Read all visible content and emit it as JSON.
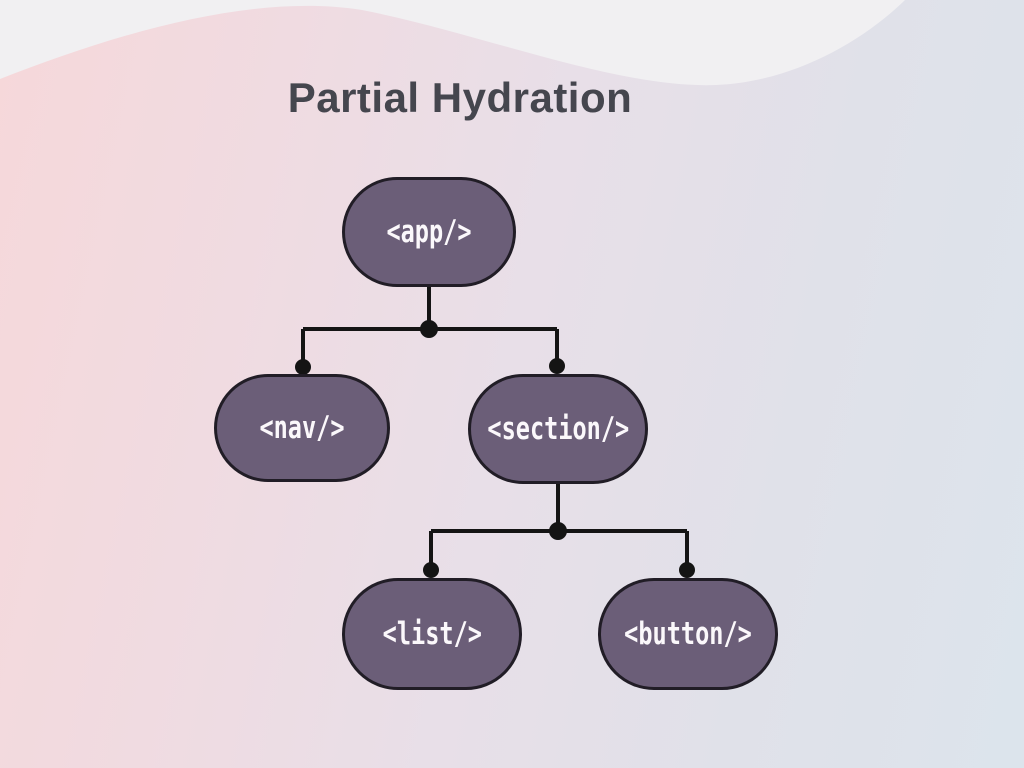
{
  "title": "Partial Hydration",
  "colors": {
    "background_left": "#f6d8da",
    "background_right": "#dce4ec",
    "wave": "#f1f0f2",
    "title_text": "#45464e",
    "node_fill": "#6b5e78",
    "node_border": "#211d26",
    "node_text": "#fbf8fb",
    "connector": "#141414"
  },
  "tree": {
    "nodes": [
      {
        "id": "app",
        "label": "<app/>"
      },
      {
        "id": "nav",
        "label": "<nav/>"
      },
      {
        "id": "section",
        "label": "<section/>"
      },
      {
        "id": "list",
        "label": "<list/>"
      },
      {
        "id": "button",
        "label": "<button/>"
      }
    ],
    "edges": [
      {
        "from": "app",
        "to": "nav"
      },
      {
        "from": "app",
        "to": "section"
      },
      {
        "from": "section",
        "to": "list"
      },
      {
        "from": "section",
        "to": "button"
      }
    ]
  }
}
